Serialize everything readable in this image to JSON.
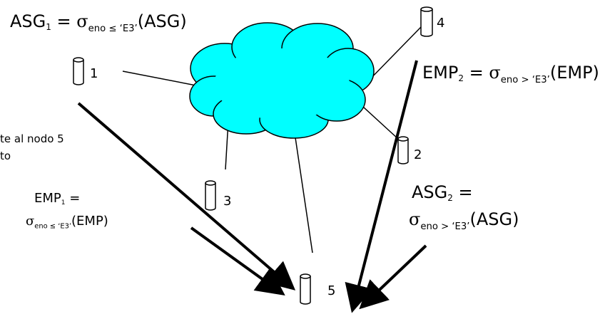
{
  "formulas": {
    "asg1": {
      "name": "ASG",
      "sub": "1",
      "eq": " = ",
      "sigma": "σ",
      "cond": "eno ≤ ‘E3’",
      "arg": "(ASG)"
    },
    "emp2": {
      "name": "EMP",
      "sub": "2",
      "eq": " = ",
      "sigma": "σ",
      "cond": "eno > ‘E3’",
      "arg": "(EMP)"
    },
    "emp1": {
      "name": "EMP",
      "sub": "1",
      "eq": " =",
      "sigma": "σ",
      "cond": "eno ≤ ‘E3’",
      "arg": "(EMP)"
    },
    "asg2": {
      "name": "ASG",
      "sub": "2",
      "eq": " =",
      "sigma": "σ",
      "cond": "eno > ‘E3’",
      "arg": "(ASG)"
    }
  },
  "nodes": {
    "n1": "1",
    "n2": "2",
    "n3": "3",
    "n4": "4",
    "n5": "5"
  },
  "partial_text": {
    "line1": "te al nodo 5",
    "line2": "to"
  },
  "colors": {
    "cloud": "#00FFFF",
    "line": "#000000",
    "cylinder": "#ffffff"
  }
}
